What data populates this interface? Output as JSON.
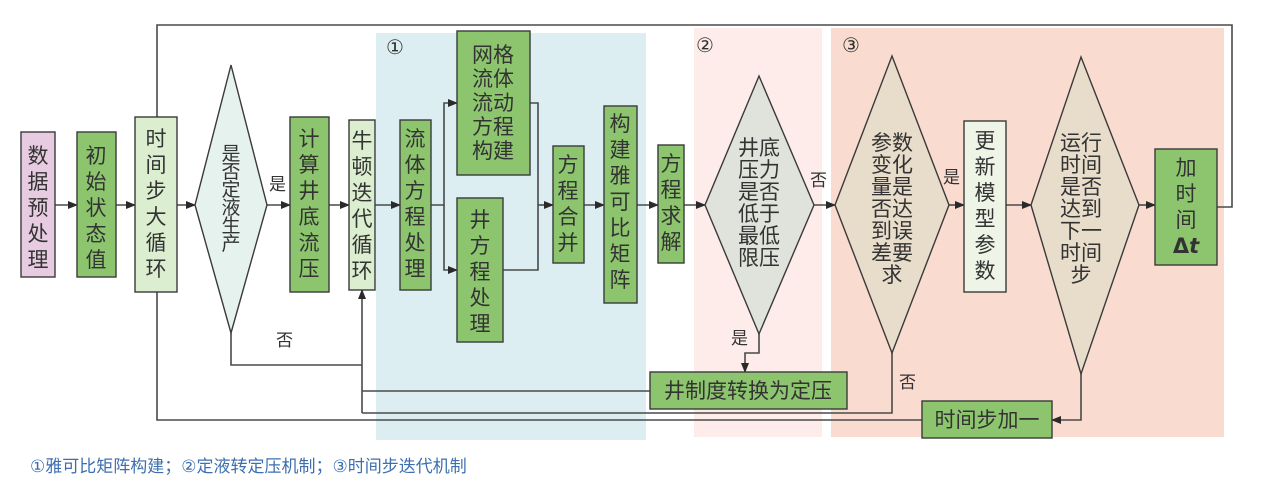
{
  "colors": {
    "pink_box": "#e7cbe0",
    "green_box": "#8cc56e",
    "light_box": "#dbeed0",
    "panel1": "#dceef2",
    "panel2": "#fdecea",
    "panel3": "#f9dccf",
    "diamond_light": "#e6f2ee",
    "diamond_grey": "#dfe3db",
    "diamond_tan": "#e8dccb",
    "caption": "#3d6fb0"
  },
  "panels": [
    {
      "label": "①"
    },
    {
      "label": "②"
    },
    {
      "label": "③"
    }
  ],
  "nodes": {
    "preprocess": {
      "text": [
        "数",
        "据",
        "预",
        "处",
        "理"
      ]
    },
    "initial_state": {
      "text": [
        "初",
        "始",
        "状",
        "态",
        "值"
      ]
    },
    "time_loop": {
      "text": [
        "时",
        "间",
        "步",
        "大",
        "循",
        "环"
      ]
    },
    "fixed_liquid_q": {
      "text": [
        "是",
        "否",
        "定",
        "液",
        "生",
        "产"
      ]
    },
    "calc_bhp": {
      "text": [
        "计",
        "算",
        "井",
        "底",
        "流",
        "压"
      ]
    },
    "newton_loop": {
      "text": [
        "牛",
        "顿",
        "迭",
        "代",
        "循",
        "环"
      ]
    },
    "fluid_eq": {
      "text": [
        "流",
        "体",
        "方",
        "程",
        "处",
        "理"
      ]
    },
    "grid_flow_eq": {
      "text": [
        "网格",
        "流体",
        "流动",
        "方程",
        "构建"
      ]
    },
    "well_eq": {
      "text": [
        "井",
        "方",
        "程",
        "处",
        "理"
      ]
    },
    "merge_eq": {
      "text": [
        "方",
        "程",
        "合",
        "并"
      ]
    },
    "build_jacobian": {
      "text": [
        "构",
        "建",
        "雅",
        "可",
        "比",
        "矩",
        "阵"
      ]
    },
    "solve_eq": {
      "text": [
        "方",
        "程",
        "求",
        "解"
      ]
    },
    "bhp_check": {
      "text": [
        "井底",
        "压力",
        "是否",
        "低于",
        "最低",
        "限压"
      ]
    },
    "converge_check": {
      "text": [
        "参数",
        "变化",
        "量是",
        "否达",
        "到误",
        "差要",
        "求"
      ]
    },
    "update_params": {
      "text": [
        "更",
        "新",
        "模",
        "型",
        "参",
        "数"
      ]
    },
    "time_check": {
      "text": [
        "运行",
        "时间",
        "是否",
        "达到",
        "下一",
        "时间",
        "步"
      ]
    },
    "add_dt": {
      "text": [
        "加",
        "时",
        "间"
      ],
      "delta": "Δ",
      "t": "t"
    },
    "switch_to_pressure": {
      "text": "井制度转换为定压"
    },
    "time_step_plus": {
      "text": "时间步加一"
    }
  },
  "edge_labels": {
    "yes1": "是",
    "no1": "否",
    "no2": "否",
    "yes2": "是",
    "yes3": "是",
    "no3": "否"
  },
  "caption": "①雅可比矩阵构建；②定液转定压机制；③时间步迭代机制"
}
